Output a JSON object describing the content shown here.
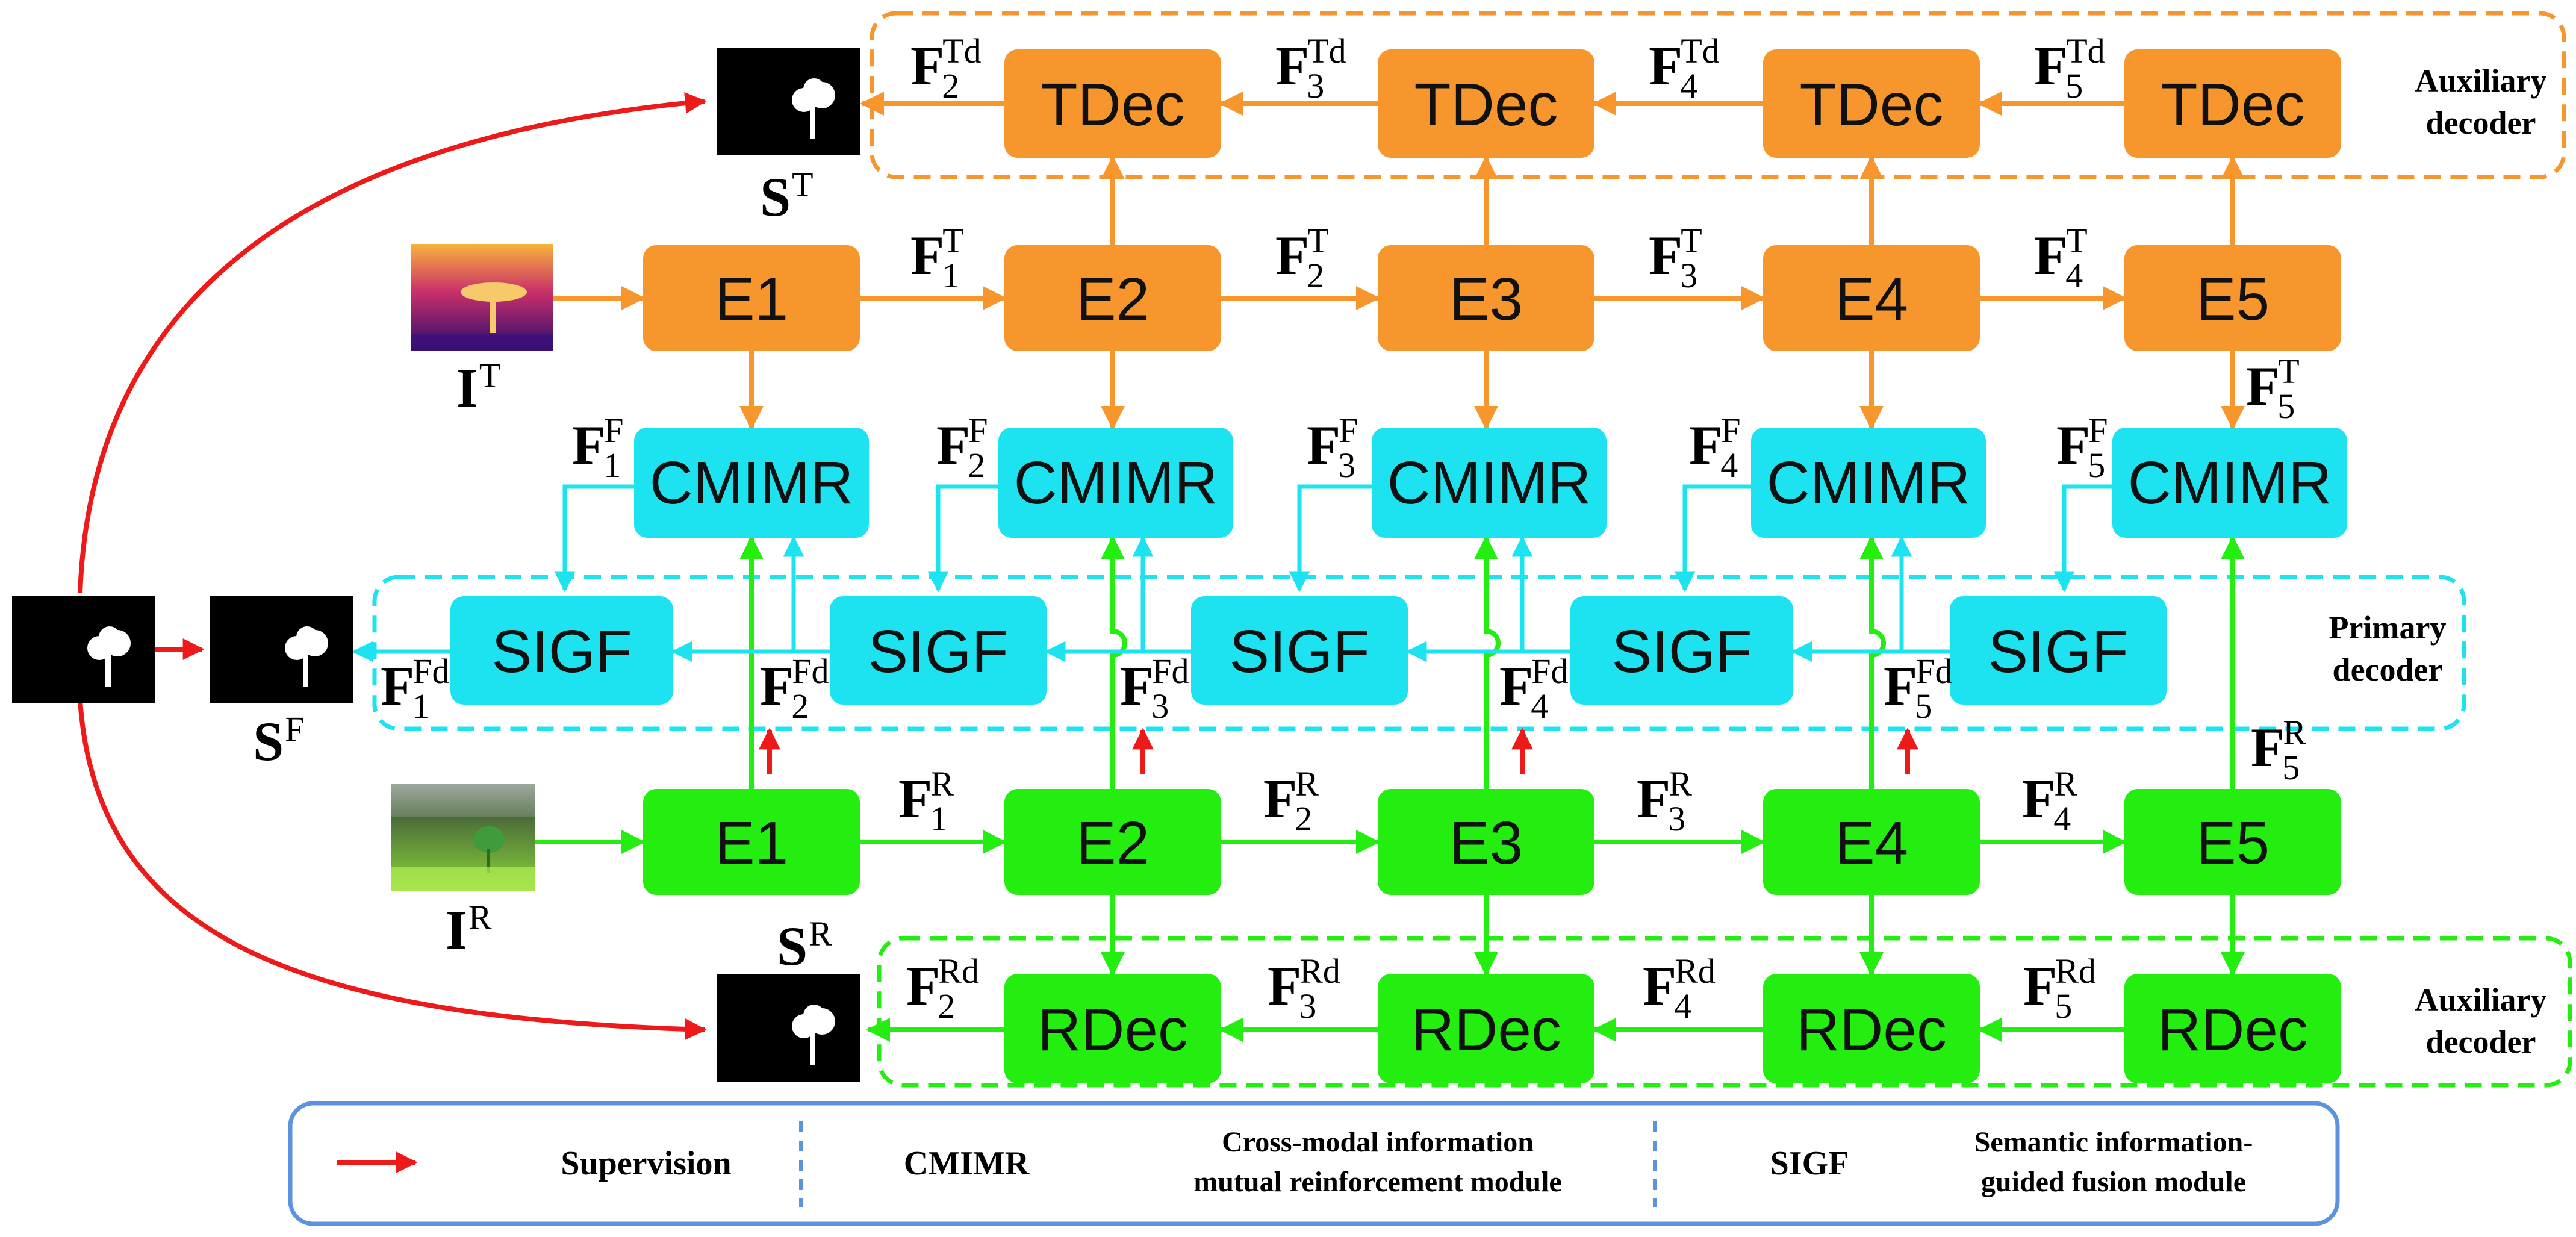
{
  "colors": {
    "thermal": "#f7962d",
    "rgb": "#23ee0f",
    "primary": "#1de3f1",
    "legend_border": "#5b93e0",
    "supervision": "#ee1a1a"
  },
  "blocks": {
    "tdec": "TDec",
    "rdec": "RDec",
    "cmimr": "CMIMR",
    "sigf": "SIGF",
    "e1": "E1",
    "e2": "E2",
    "e3": "E3",
    "e4": "E4",
    "e5": "E5"
  },
  "groups": {
    "aux_top_l1": "Auxiliary",
    "aux_top_l2": "decoder",
    "primary_l1": "Primary",
    "primary_l2": "decoder",
    "aux_bot_l1": "Auxiliary",
    "aux_bot_l2": "decoder"
  },
  "labels": {
    "F": "F",
    "S": "S",
    "I": "I",
    "sup": {
      "T": "T",
      "R": "R",
      "Fs": "F",
      "Td": "Td",
      "Rd": "Rd",
      "Fd": "Fd",
      "n1": "1",
      "n2": "2",
      "n3": "3",
      "n4": "4",
      "n5": "5"
    }
  },
  "legend": {
    "supervision": "Supervision",
    "cmimr": "CMIMR",
    "cmimr_desc_1": "Cross-modal information",
    "cmimr_desc_2": "mutual reinforcement module",
    "sigf": "SIGF",
    "sigf_desc_1": "Semantic information-",
    "sigf_desc_2": "guided fusion module"
  }
}
